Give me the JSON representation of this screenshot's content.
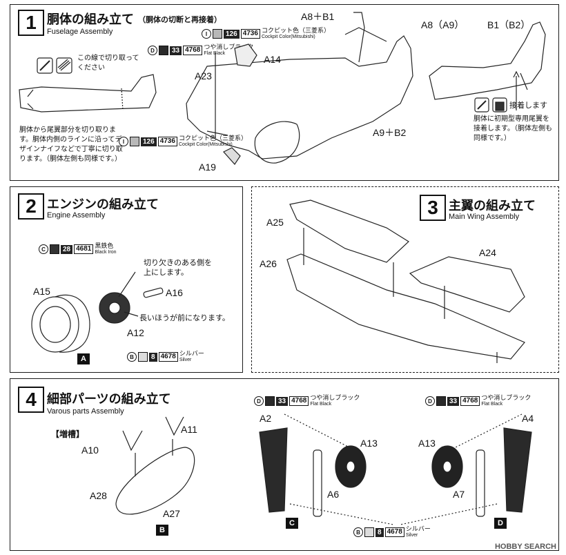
{
  "step1": {
    "num": "1",
    "title_jp": "胴体の組み立て",
    "subtitle_jp": "（胴体の切断と再接着）",
    "title_en": "Fuselage Assembly",
    "cut_note": "この線で切り取って\nください",
    "side_note": "胴体から尾翼部分を切り取ります。胴体内側のラインに沿ってデザインナイフなどで丁寧に切り取ります。（胴体左側も同様です。）",
    "glue_label": "接着します",
    "tail_note": "胴体に初期型専用尾翼を接着します。（胴体左側も同様です。）",
    "parts": [
      "A8＋B1",
      "A14",
      "A23",
      "A9＋B2",
      "A19",
      "A8（A9）",
      "B1（B2）"
    ],
    "paint_cockpit_top": {
      "letter": "I",
      "num": "126",
      "code": "4736",
      "jp": "コクピット色（三菱系）",
      "en": "Cockpit Color(Mitsubishi)",
      "color": "#b8b8b8"
    },
    "paint_flatblack": {
      "letter": "D",
      "num": "33",
      "code": "4768",
      "jp": "つや消しブラック",
      "en": "Flat Black",
      "color": "#2a2a2a"
    },
    "paint_cockpit_bottom": {
      "letter": "I",
      "num": "126",
      "code": "4736",
      "jp": "コクピット色（三菱系）",
      "en": "Cockpit Color(Mitsubishi)",
      "color": "#b8b8b8"
    }
  },
  "step2": {
    "num": "2",
    "title_jp": "エンジンの組み立て",
    "title_en": "Engine Assembly",
    "paint_iron": {
      "letter": "C",
      "num": "28",
      "code": "4681",
      "jp": "黒鉄色",
      "en": "Black Iron",
      "color": "#333333"
    },
    "note_notch": "切り欠きのある側を\n上にします。",
    "note_long": "長いほうが前になります。",
    "parts": [
      "A15",
      "A16",
      "A12"
    ],
    "tag": "A",
    "paint_silver": {
      "letter": "B",
      "num": "8",
      "code": "4678",
      "jp": "シルバー",
      "en": "Silver",
      "color": "#dddddd"
    }
  },
  "step3": {
    "num": "3",
    "title_jp": "主翼の組み立て",
    "title_en": "Main Wing Assembly",
    "parts": [
      "A25",
      "A26",
      "A24"
    ]
  },
  "step4": {
    "num": "4",
    "title_jp": "細部パーツの組み立て",
    "title_en": "Varous parts Assembly",
    "droptank": "【増槽】",
    "parts": [
      "A10",
      "A11",
      "A28",
      "A27",
      "A2",
      "A13",
      "A6",
      "A13",
      "A4",
      "A7"
    ],
    "tags": [
      "B",
      "C",
      "D"
    ],
    "paint_black_left": {
      "letter": "D",
      "num": "33",
      "code": "4768",
      "jp": "つや消しブラック",
      "en": "Flat Black",
      "color": "#2a2a2a"
    },
    "paint_black_right": {
      "letter": "D",
      "num": "33",
      "code": "4768",
      "jp": "つや消しブラック",
      "en": "Flat Black",
      "color": "#2a2a2a"
    },
    "paint_silver": {
      "letter": "B",
      "num": "8",
      "code": "4678",
      "jp": "シルバー",
      "en": "Silver",
      "color": "#dddddd"
    }
  },
  "watermark": "HOBBY SEARCH"
}
